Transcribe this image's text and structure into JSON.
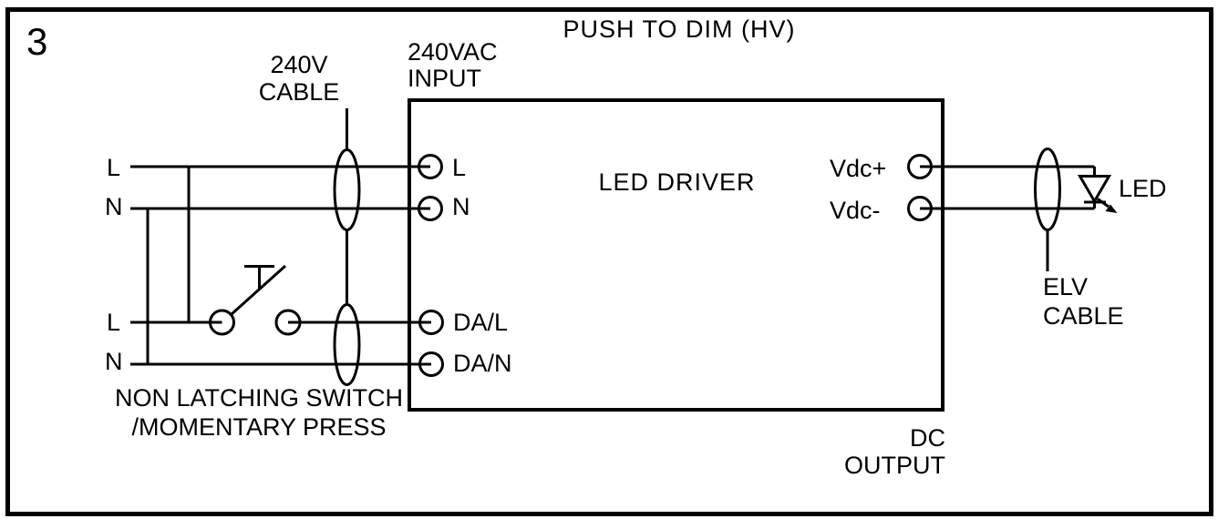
{
  "figure": {
    "number": "3",
    "title": "PUSH TO DIM (HV)"
  },
  "colors": {
    "line": "#000000",
    "background": "#ffffff"
  },
  "mains_input": {
    "cable_label_line1": "240V",
    "cable_label_line2": "CABLE",
    "live_label": "L",
    "neutral_label": "N"
  },
  "switch_branch": {
    "live_label": "L",
    "neutral_label": "N",
    "caption_line1": "NON LATCHING SWITCH",
    "caption_line2": "/MOMENTARY PRESS"
  },
  "led_driver": {
    "name": "LED DRIVER",
    "input_header_line1": "240VAC",
    "input_header_line2": "INPUT",
    "terminal_l": "L",
    "terminal_n": "N",
    "terminal_dal": "DA/L",
    "terminal_dan": "DA/N",
    "terminal_vdc_plus": "Vdc+",
    "terminal_vdc_minus": "Vdc-",
    "output_caption_line1": "DC",
    "output_caption_line2": "OUTPUT"
  },
  "dc_output": {
    "elv_cable_line1": "ELV",
    "elv_cable_line2": "CABLE",
    "led_label": "LED"
  }
}
